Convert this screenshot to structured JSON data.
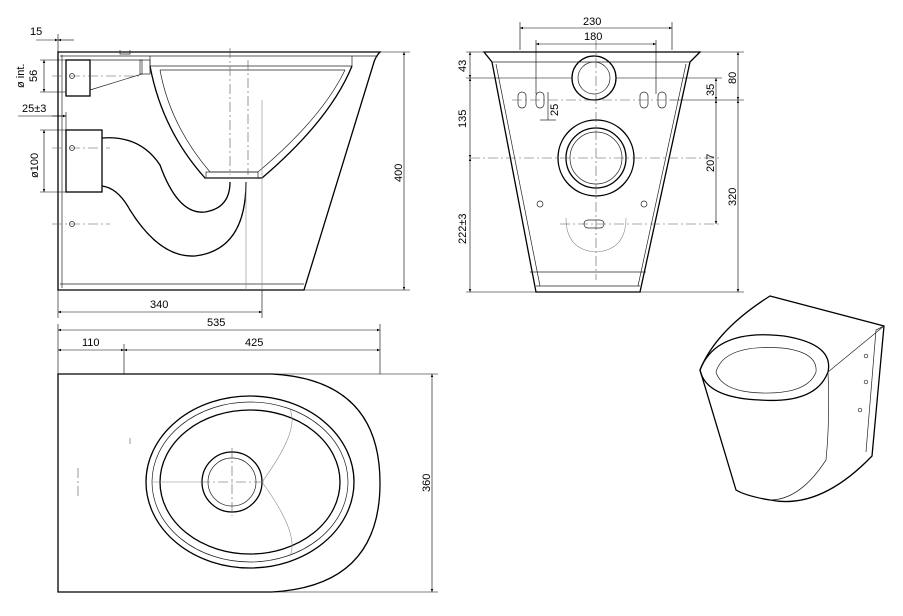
{
  "colors": {
    "line": "#000000",
    "thin": "#888888",
    "background": "#ffffff"
  },
  "side_view": {
    "dim_top": "15",
    "dim_inlet": "ø int.",
    "dim_inlet_val": "56",
    "dim_offset": "25±3",
    "dim_outlet": "ø100",
    "dim_height": "400",
    "dim_depth": "340"
  },
  "rear_view": {
    "dim_width_top": "230",
    "dim_hole_span": "180",
    "dim_top_gap": "43",
    "dim_upper_holes": "80",
    "dim_slot": "35",
    "dim_slot_len": "25",
    "dim_inlet_drop": "135",
    "dim_outlet_center": "207",
    "dim_fix_height": "320",
    "dim_outlet_height": "222±3"
  },
  "plan_view": {
    "dim_total_length": "535",
    "dim_rear": "110",
    "dim_front": "425",
    "dim_width": "360"
  }
}
